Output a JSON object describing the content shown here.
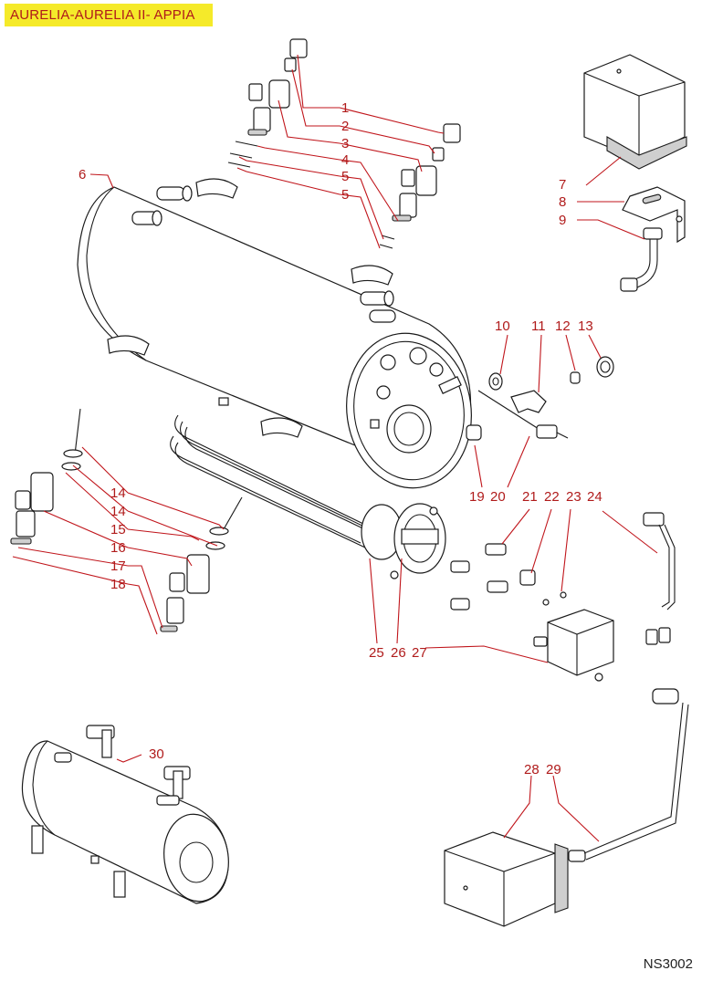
{
  "title": "AURELIA-AURELIA II- APPIA",
  "drawing_code": "NS3002",
  "colors": {
    "banner_bg": "#f5ea2a",
    "callout_red": "#b01b1b",
    "line": "#1a1a1a"
  },
  "callouts": {
    "c1": "1",
    "c2": "2",
    "c3": "3",
    "c4": "4",
    "c5a": "5",
    "c5b": "5",
    "c6": "6",
    "c7": "7",
    "c8": "8",
    "c9": "9",
    "c10": "10",
    "c11": "11",
    "c12": "12",
    "c13": "13",
    "c14a": "14",
    "c14b": "14",
    "c15": "15",
    "c16": "16",
    "c17": "17",
    "c18": "18",
    "c19": "19",
    "c20": "20",
    "c21": "21",
    "c22": "22",
    "c23": "23",
    "c24": "24",
    "c25": "25",
    "c26": "26",
    "c27": "27",
    "c28": "28",
    "c29": "29",
    "c30": "30"
  }
}
